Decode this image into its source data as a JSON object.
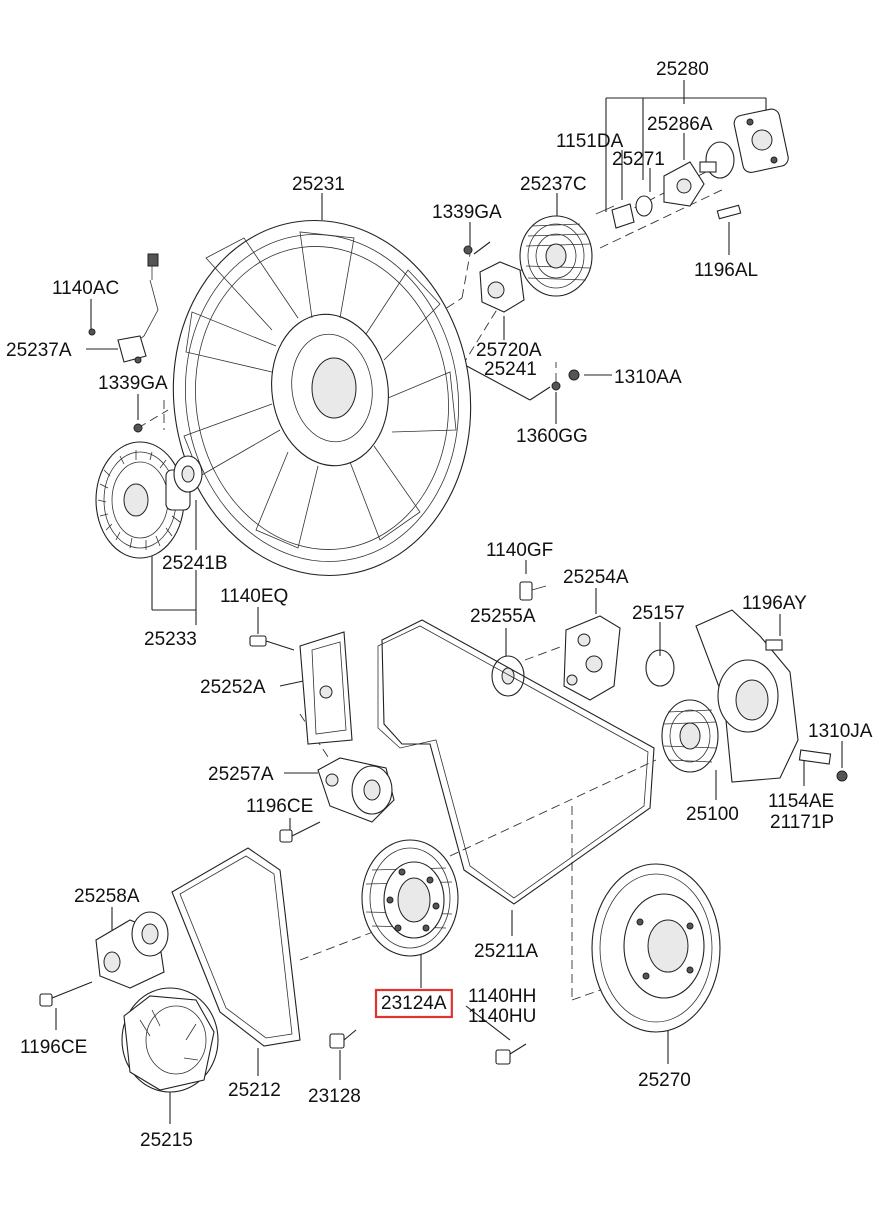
{
  "parts": [
    {
      "id": "p-25280",
      "code": "25280"
    },
    {
      "id": "p-25286A",
      "code": "25286A"
    },
    {
      "id": "p-1151DA",
      "code": "1151DA"
    },
    {
      "id": "p-25271",
      "code": "25271"
    },
    {
      "id": "p-25237C",
      "code": "25237C"
    },
    {
      "id": "p-25231",
      "code": "25231"
    },
    {
      "id": "p-1339GA-top",
      "code": "1339GA"
    },
    {
      "id": "p-1196AL",
      "code": "1196AL"
    },
    {
      "id": "p-1140AC",
      "code": "1140AC"
    },
    {
      "id": "p-25237A",
      "code": "25237A"
    },
    {
      "id": "p-25720A",
      "code": "25720A"
    },
    {
      "id": "p-25241",
      "code": "25241"
    },
    {
      "id": "p-1310AA",
      "code": "1310AA"
    },
    {
      "id": "p-1339GA-left",
      "code": "1339GA"
    },
    {
      "id": "p-1360GG",
      "code": "1360GG"
    },
    {
      "id": "p-25241B",
      "code": "25241B"
    },
    {
      "id": "p-25233",
      "code": "25233"
    },
    {
      "id": "p-1140GF",
      "code": "1140GF"
    },
    {
      "id": "p-25254A",
      "code": "25254A"
    },
    {
      "id": "p-1140EQ",
      "code": "1140EQ"
    },
    {
      "id": "p-25255A",
      "code": "25255A"
    },
    {
      "id": "p-25157",
      "code": "25157"
    },
    {
      "id": "p-1196AY",
      "code": "1196AY"
    },
    {
      "id": "p-25252A",
      "code": "25252A"
    },
    {
      "id": "p-1310JA",
      "code": "1310JA"
    },
    {
      "id": "p-25257A",
      "code": "25257A"
    },
    {
      "id": "p-1154AE",
      "code": "1154AE"
    },
    {
      "id": "p-1196CE-mid",
      "code": "1196CE"
    },
    {
      "id": "p-25100",
      "code": "25100"
    },
    {
      "id": "p-21171P",
      "code": "21171P"
    },
    {
      "id": "p-25258A",
      "code": "25258A"
    },
    {
      "id": "p-25211A",
      "code": "25211A"
    },
    {
      "id": "p-23124A",
      "code": "23124A",
      "selected": true
    },
    {
      "id": "p-1140HH",
      "code": "1140HH"
    },
    {
      "id": "p-1140HU",
      "code": "1140HU"
    },
    {
      "id": "p-1196CE-low",
      "code": "1196CE"
    },
    {
      "id": "p-25212",
      "code": "25212"
    },
    {
      "id": "p-23128",
      "code": "23128"
    },
    {
      "id": "p-25270",
      "code": "25270"
    },
    {
      "id": "p-25215",
      "code": "25215"
    }
  ],
  "selection": {
    "code": "23124A",
    "color": "#e0322e"
  }
}
